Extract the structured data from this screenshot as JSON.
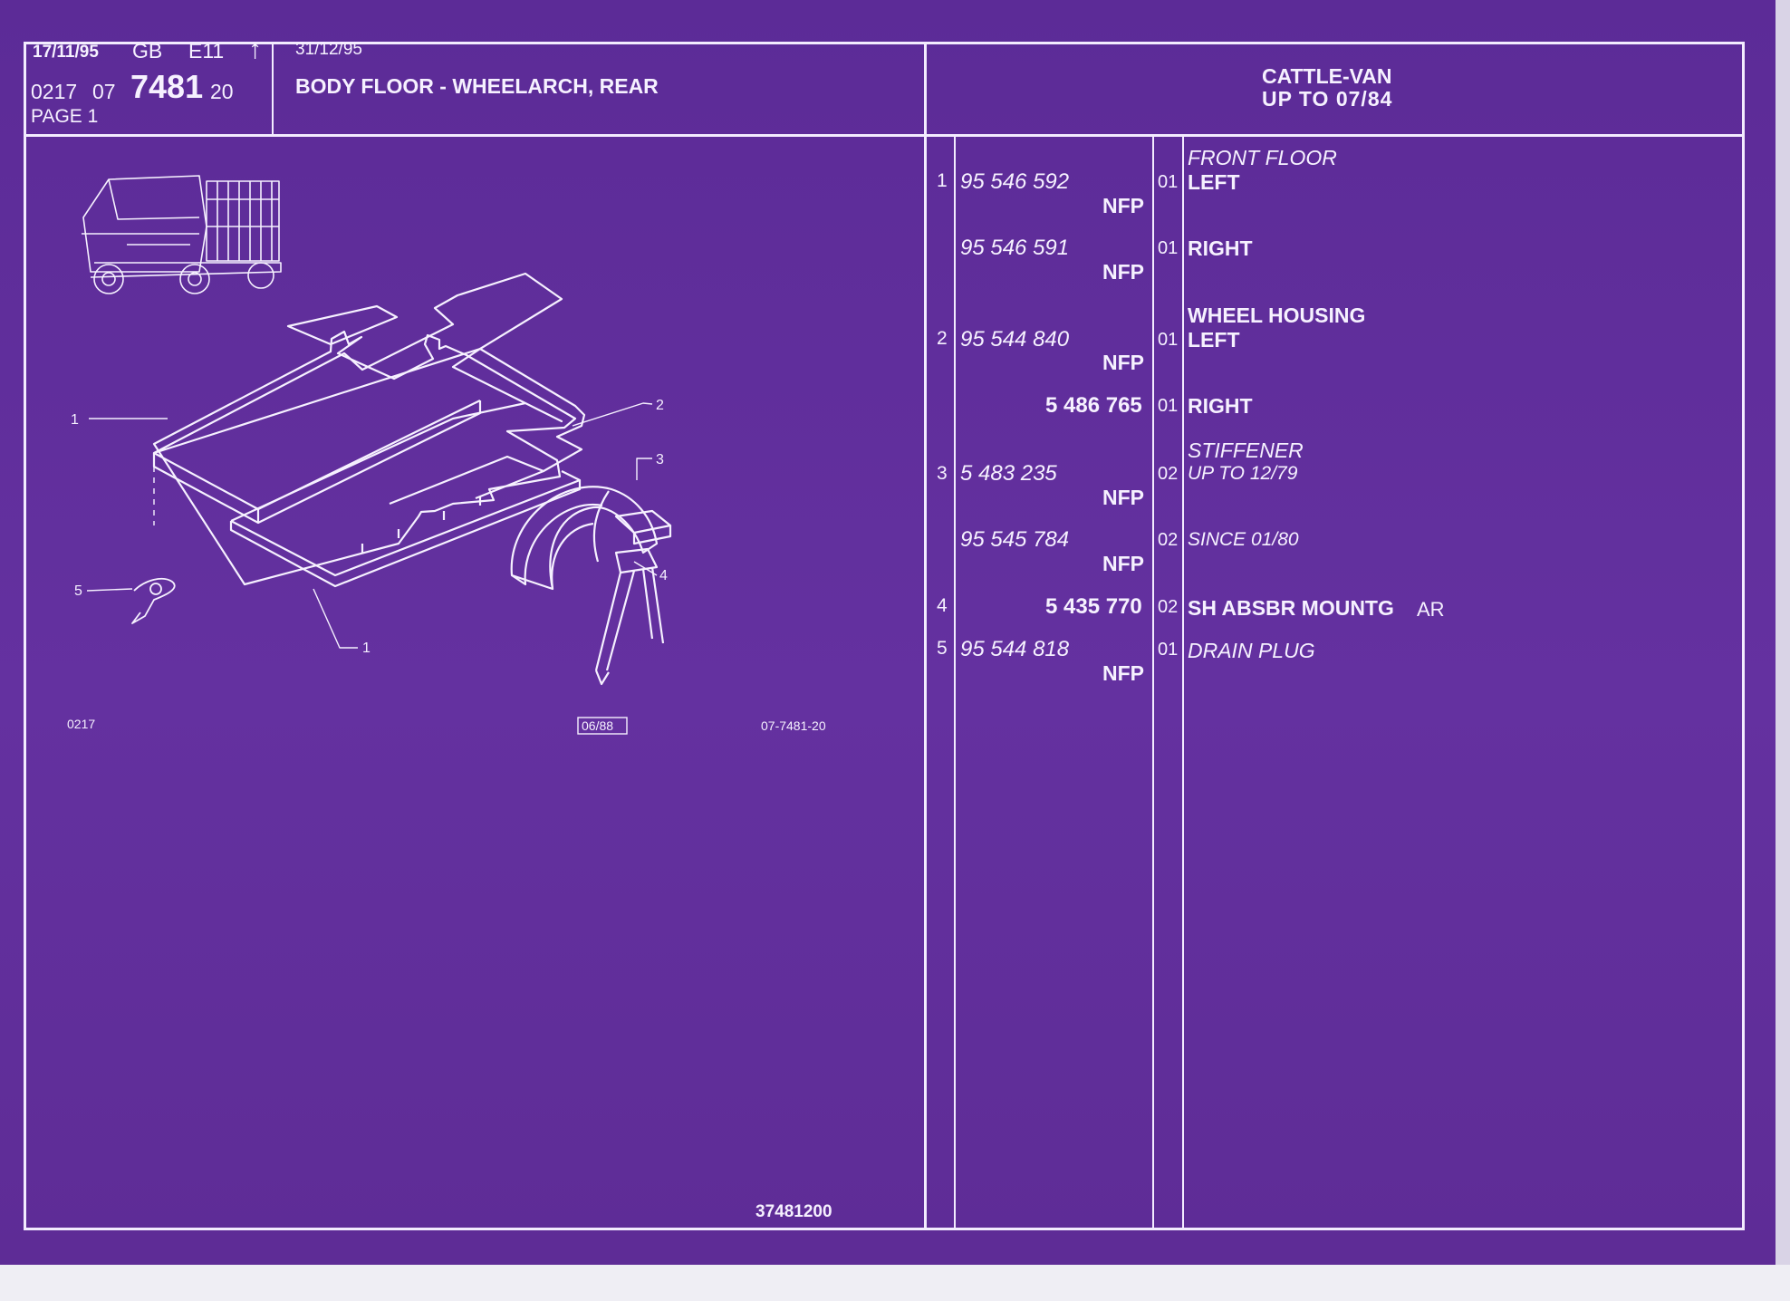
{
  "header": {
    "date": "17/11/95",
    "country": "GB",
    "edition": "E11",
    "arrow": "↑",
    "model_code": "0217",
    "group": "07",
    "plate": "7481",
    "sub": "20",
    "page": "PAGE 1",
    "valid_date": "31/12/95",
    "title": "BODY FLOOR - WHEELARCH, REAR",
    "vehicle_line1": "CATTLE-VAN",
    "vehicle_line2": "UP TO 07/84"
  },
  "diagram": {
    "callouts": [
      "1",
      "2",
      "3",
      "4",
      "5",
      "1"
    ],
    "code_left": "0217",
    "stamp": "06/88",
    "drawing_ref": "07-7481-20"
  },
  "footer_code": "37481200",
  "parts": [
    {
      "heading": "FRONT FLOOR"
    },
    {
      "item": "1",
      "part_no": "95 546 592",
      "nfp": "NFP",
      "qty": "01",
      "desc": "LEFT"
    },
    {
      "item": "",
      "part_no": "95 546 591",
      "nfp": "NFP",
      "qty": "01",
      "desc": "RIGHT"
    },
    {
      "heading": "WHEEL HOUSING"
    },
    {
      "item": "2",
      "part_no": "95 544 840",
      "nfp": "NFP",
      "qty": "01",
      "desc": "LEFT"
    },
    {
      "item": "",
      "part_no": "5 486 765",
      "nfp": "",
      "qty": "01",
      "desc": "RIGHT"
    },
    {
      "heading": "STIFFENER"
    },
    {
      "item": "3",
      "part_no": "5 483 235",
      "nfp": "NFP",
      "qty": "02",
      "desc": "UP TO 12/79"
    },
    {
      "item": "",
      "part_no": "95 545 784",
      "nfp": "NFP",
      "qty": "02",
      "desc": "SINCE 01/80"
    },
    {
      "item": "4",
      "part_no": "5 435 770",
      "nfp": "",
      "qty": "02",
      "desc": "SH ABSBR MOUNTG",
      "desc_suffix": "AR"
    },
    {
      "item": "5",
      "part_no": "95 544 818",
      "nfp": "NFP",
      "qty": "01",
      "desc": "DRAIN PLUG"
    }
  ]
}
